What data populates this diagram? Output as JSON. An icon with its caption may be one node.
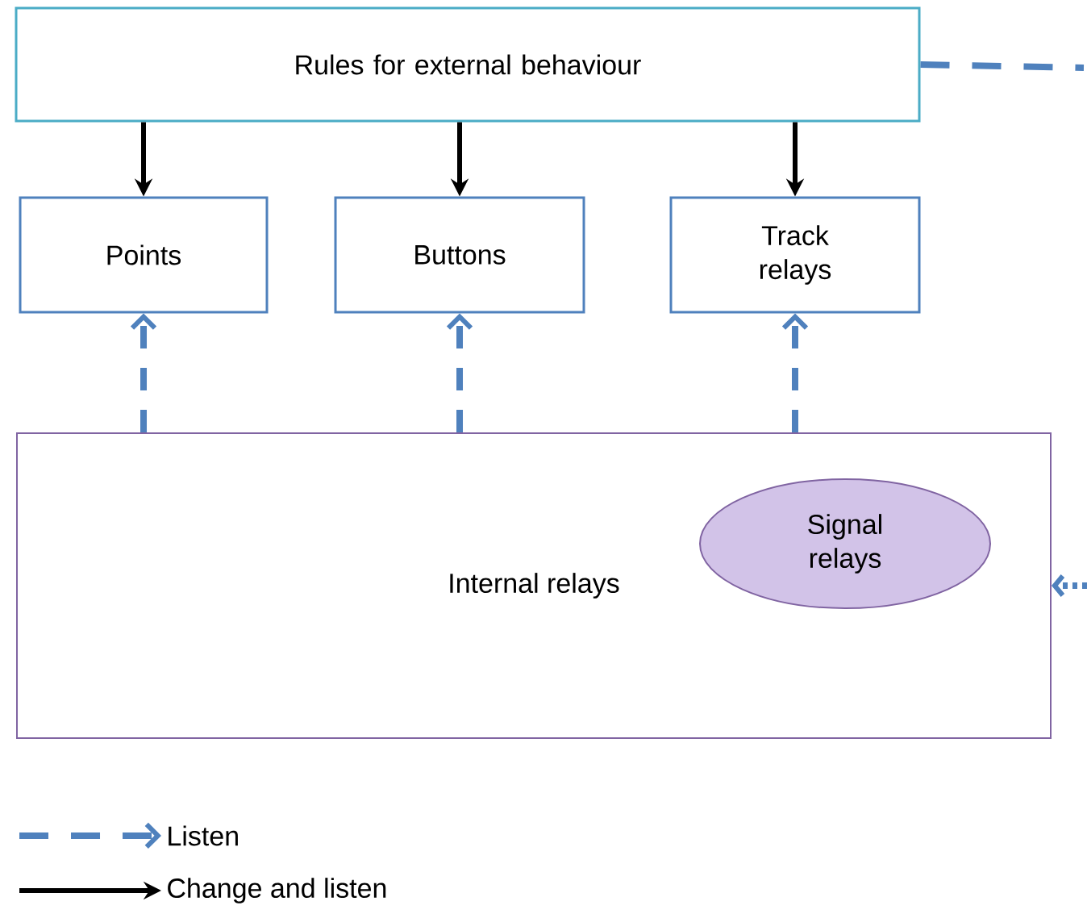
{
  "diagram": {
    "nodes": [
      {
        "text": [
          "Rules for external behaviour"
        ]
      },
      {
        "text": [
          "Points"
        ]
      },
      {
        "text": [
          "Buttons"
        ]
      },
      {
        "text": [
          "Track relays"
        ]
      },
      {
        "text": [
          "Internal relays"
        ]
      },
      {
        "text": [
          "Signal relays"
        ],
        "in": 4
      }
    ],
    "edges": [
      {
        "from": 0,
        "to": 1,
        "arrow": "to",
        "color": "#000000"
      },
      {
        "from": 0,
        "to": 2,
        "arrow": "to",
        "color": "#000000"
      },
      {
        "from": 0,
        "to": 3,
        "arrow": "to",
        "color": "#000000"
      },
      {
        "from": 4,
        "to": 1,
        "arrow": "to",
        "style": "dashed"
      },
      {
        "from": 4,
        "to": 2,
        "arrow": "to",
        "style": "dashed"
      },
      {
        "from": 4,
        "to": 3,
        "arrow": "to",
        "style": "dashed"
      },
      {
        "from": 0,
        "to": null,
        "arrow": "none",
        "style": "dashed"
      },
      {
        "from": null,
        "to": 4,
        "arrow": "to",
        "style": "dashed"
      }
    ],
    "legend": [
      {
        "text": "Listen"
      },
      {
        "text": "Change and listen"
      }
    ]
  }
}
